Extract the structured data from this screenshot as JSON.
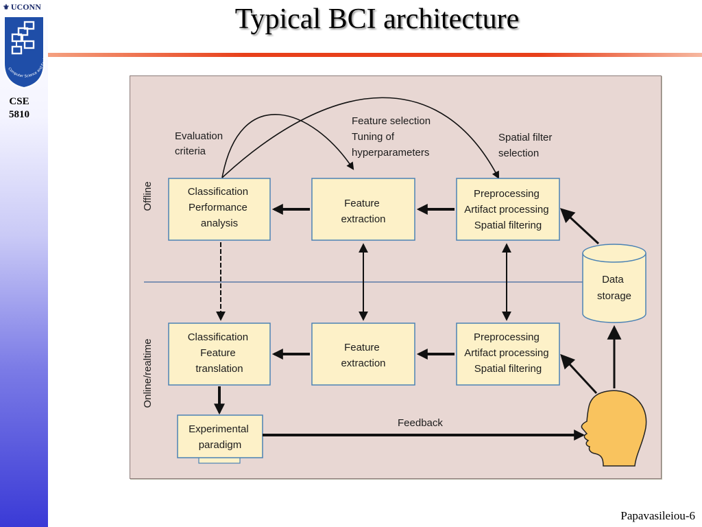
{
  "slide": {
    "title": "Typical BCI architecture",
    "footer": "Papavasileiou-6",
    "institution": "UCONN",
    "course": [
      "CSE",
      "5810"
    ],
    "logo_text": "Computer Science and Engineering"
  },
  "diagram": {
    "section_offline": "Offline",
    "section_online": "Online/realtime",
    "label_evaluation": [
      "Evaluation",
      "criteria"
    ],
    "label_feature_selection": [
      "Feature selection",
      "Tuning of",
      "hyperparameters"
    ],
    "label_spatial_filter": [
      "Spatial filter",
      "selection"
    ],
    "label_feedback": "Feedback",
    "offline_classification": [
      "Classification",
      "Performance",
      "analysis"
    ],
    "offline_feature": [
      "Feature",
      "extraction"
    ],
    "offline_preprocessing": [
      "Preprocessing",
      "Artifact processing",
      "Spatial filtering"
    ],
    "online_classification": [
      "Classification",
      "Feature",
      "translation"
    ],
    "online_feature": [
      "Feature",
      "extraction"
    ],
    "online_preprocessing": [
      "Preprocessing",
      "Artifact processing",
      "Spatial filtering"
    ],
    "experimental": [
      "Experimental",
      "paradigm"
    ],
    "data_storage": [
      "Data",
      "storage"
    ]
  },
  "colors": {
    "box_fill": "#fdf1c8",
    "box_border": "#4a82b4",
    "panel_bg": "#e8d7d3",
    "head_fill": "#f9c35e",
    "title_rule": "#e8401a"
  }
}
